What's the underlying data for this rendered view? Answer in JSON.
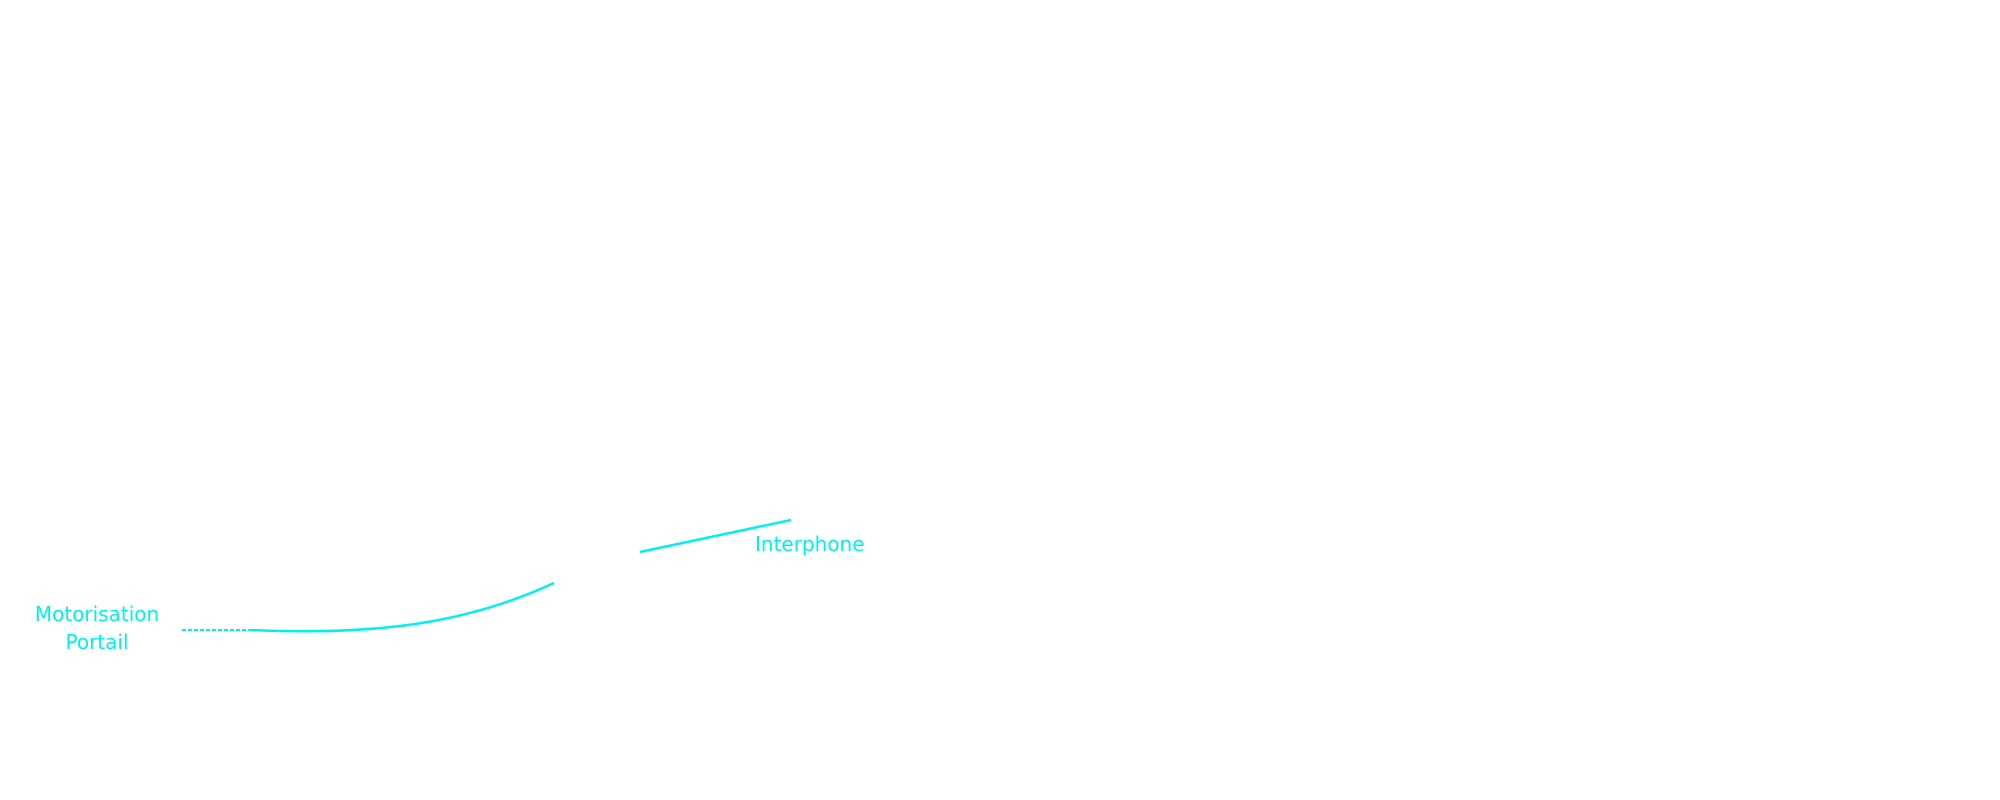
{
  "diagram": {
    "accent_color": "#00f0f0",
    "nodes": [
      {
        "label_line1": "Motorisation",
        "label_line2": "Portail"
      },
      {
        "label": "Interphone"
      }
    ]
  }
}
